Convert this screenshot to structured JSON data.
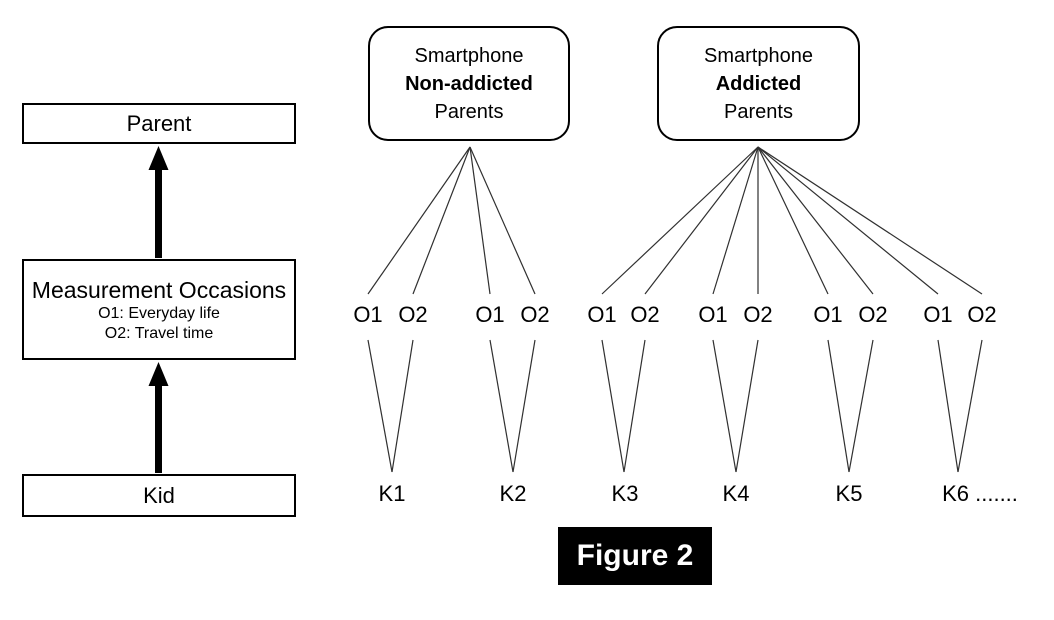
{
  "left_flow": {
    "parent_label": "Parent",
    "measurement_title": "Measurement Occasions",
    "o1_desc": "O1: Everyday life",
    "o2_desc": "O2: Travel time",
    "kid_label": "Kid"
  },
  "groups": [
    {
      "line1": "Smartphone",
      "line2": "Non-addicted",
      "line3": "Parents"
    },
    {
      "line1": "Smartphone",
      "line2": "Addicted",
      "line3": "Parents"
    }
  ],
  "pairs": [
    {
      "o1": "O1",
      "o2": "O2",
      "kid": "K1"
    },
    {
      "o1": "O1",
      "o2": "O2",
      "kid": "K2"
    },
    {
      "o1": "O1",
      "o2": "O2",
      "kid": "K3"
    },
    {
      "o1": "O1",
      "o2": "O2",
      "kid": "K4"
    },
    {
      "o1": "O1",
      "o2": "O2",
      "kid": "K5"
    },
    {
      "o1": "O1",
      "o2": "O2",
      "kid": "K6 ......."
    }
  ],
  "caption": "Figure 2",
  "colors": {
    "ink": "#000000",
    "line": "#303030",
    "caption_bg": "#000000",
    "caption_fg": "#ffffff"
  }
}
